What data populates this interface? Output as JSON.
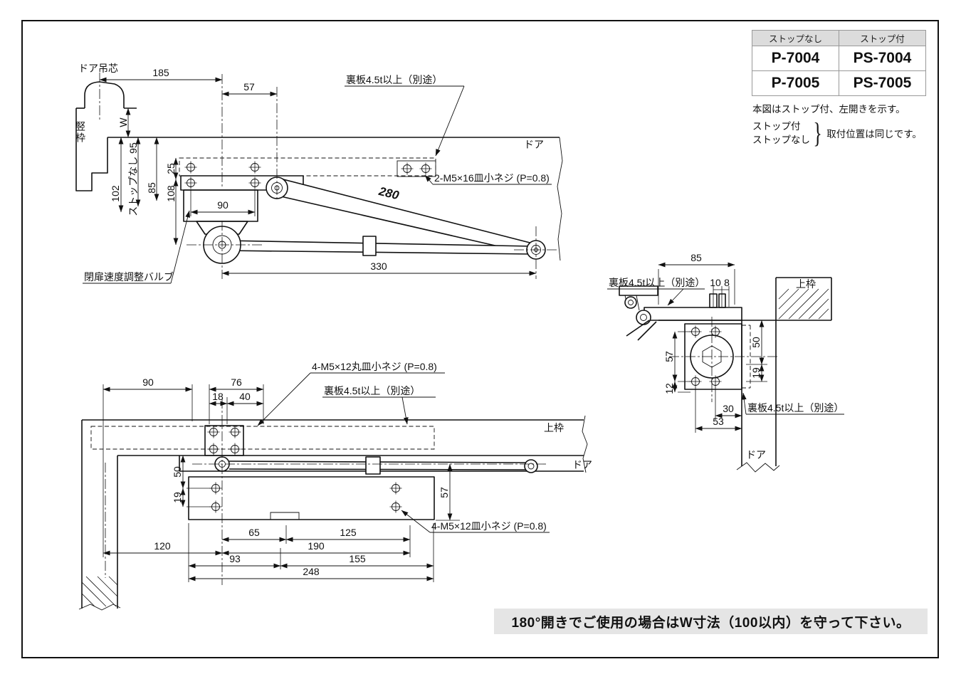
{
  "model_table": {
    "headers": [
      "ストップなし",
      "ストップ付"
    ],
    "rows": [
      {
        "no_stop": "P-7004",
        "with_stop": "PS-7004"
      },
      {
        "no_stop": "P-7005",
        "with_stop": "PS-7005"
      }
    ]
  },
  "notes": {
    "figure_note": "本図はストップ付、左開きを示す。",
    "brace_line1": "ストップ付",
    "brace_line2": "ストップなし",
    "brace_glyph": "}",
    "brace_text": "取付位置は同じです。"
  },
  "footer": {
    "warning": "180°開きでご使用の場合はW寸法（100以内）を守って下さい。"
  },
  "common": {
    "door": "ドア",
    "top_frame": "上枠",
    "backing_plate": "裏板4.5t以上（別途）"
  },
  "side_view": {
    "door_pivot": "ドア吊芯",
    "vertical_frame": "竪枠",
    "screw_note": "2-M5×16皿小ネジ (P=0.8)",
    "valve_note": "閉扉速度調整バルブ",
    "stop_none": "ストップなし 95",
    "dims": {
      "w": "W",
      "d185": "185",
      "d57": "57",
      "d102": "102",
      "d85": "85",
      "d25": "25",
      "d108": "108",
      "d90": "90",
      "d280": "280",
      "d330": "330"
    }
  },
  "right_view": {
    "dims": {
      "d85": "85",
      "d10": "10",
      "d8": "8",
      "d50": "50",
      "d19": "19",
      "d57": "57",
      "d12": "12",
      "d30": "30",
      "d53": "53"
    }
  },
  "plan_view": {
    "screw_round_note": "4-M5×12丸皿小ネジ (P=0.8)",
    "screw_flat_note": "4-M5×12皿小ネジ (P=0.8)",
    "dims": {
      "d90": "90",
      "d76": "76",
      "d18": "18",
      "d40": "40",
      "d50": "50",
      "d19": "19",
      "d57": "57",
      "d65": "65",
      "d125": "125",
      "d120": "120",
      "d190": "190",
      "d93": "93",
      "d155": "155",
      "d248": "248"
    }
  }
}
